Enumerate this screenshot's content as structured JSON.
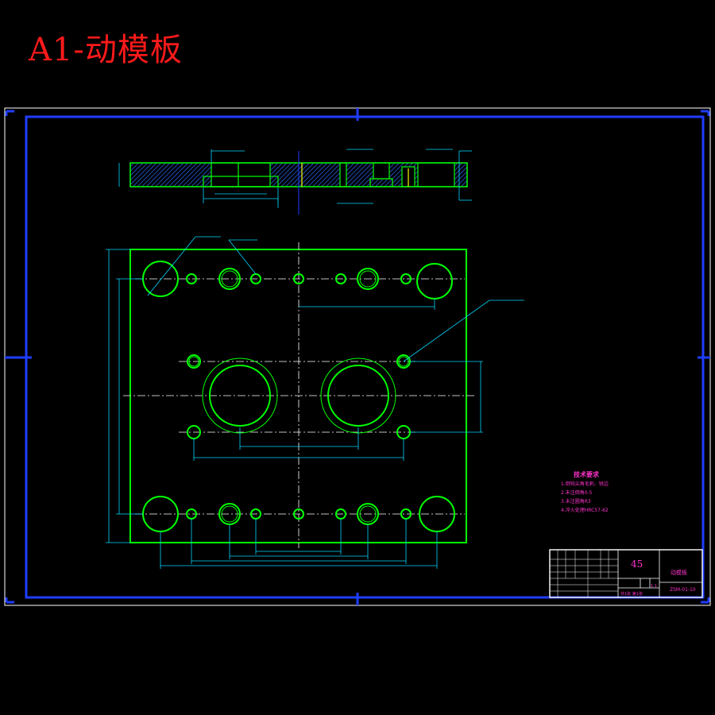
{
  "title": "A1-动模板",
  "technical_requirements": {
    "heading": "技术要求",
    "items": [
      "1.倒钝尖角毛刺、锐边",
      "2.未注倒角0.5",
      "3.未注圆角R3",
      "4.淬火处理HRC57-62"
    ]
  },
  "title_block": {
    "material": "45",
    "part_name": "动模板",
    "drawing_no": "ZSM-01-10",
    "scale": "1:1",
    "sheet": "共1张 第1张"
  },
  "colors": {
    "outline": "#00ff00",
    "frame": "#1f3dff",
    "thin_frame": "#ffffff",
    "dimension": "#00d7ff",
    "annotation": "#ff33cc",
    "title": "#ff1a1a"
  }
}
